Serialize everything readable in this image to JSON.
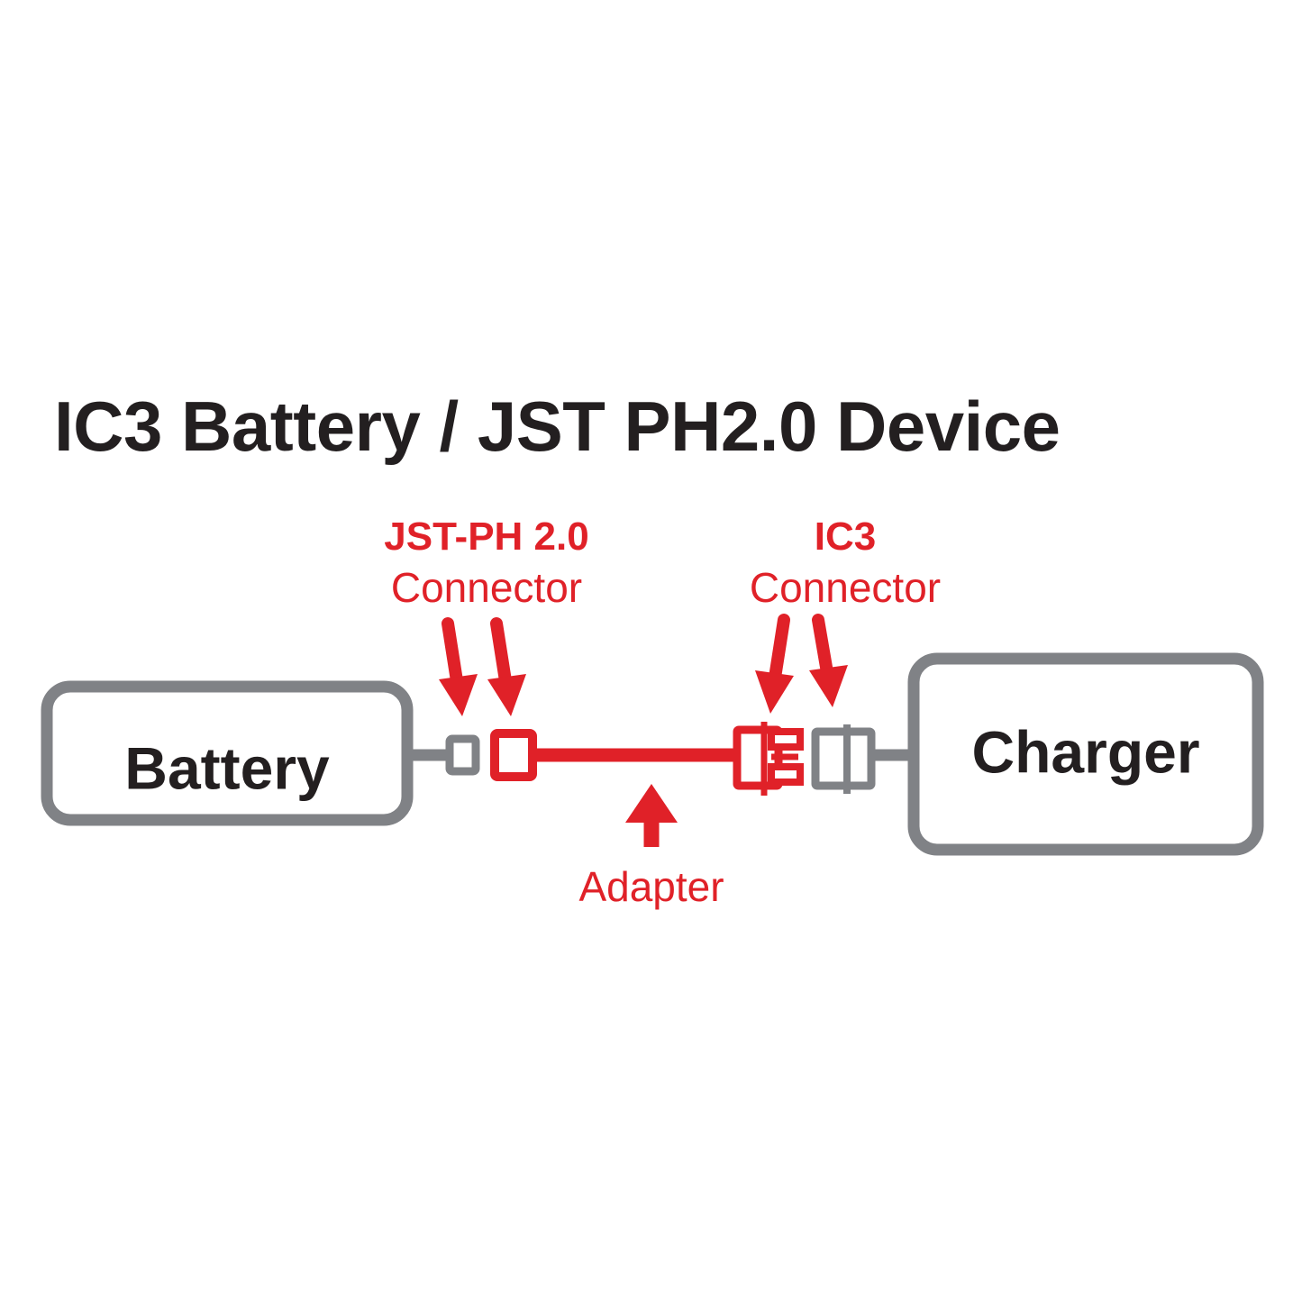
{
  "title": "IC3 Battery / JST PH2.0 Device",
  "colors": {
    "red": "#E02128",
    "gray": "#808286",
    "dark": "#231F20",
    "background": "#FFFFFF"
  },
  "nodes": {
    "battery": {
      "label": "Battery"
    },
    "charger": {
      "label": "Charger"
    }
  },
  "callouts": {
    "jst": {
      "line1": "JST-PH 2.0",
      "line2": "Connector"
    },
    "ic3": {
      "line1": "IC3",
      "line2": "Connector"
    },
    "adapter": {
      "label": "Adapter"
    }
  },
  "icons": {
    "jst_battery_plug": "jst-ph-plug-gray-icon",
    "jst_adapter_plug": "jst-ph-plug-red-icon",
    "ic3_adapter_plug": "ic3-connector-red-icon",
    "ic3_charger_plug": "ic3-connector-gray-icon",
    "arrow_down": "arrow-down-icon",
    "arrow_up": "arrow-up-icon"
  }
}
